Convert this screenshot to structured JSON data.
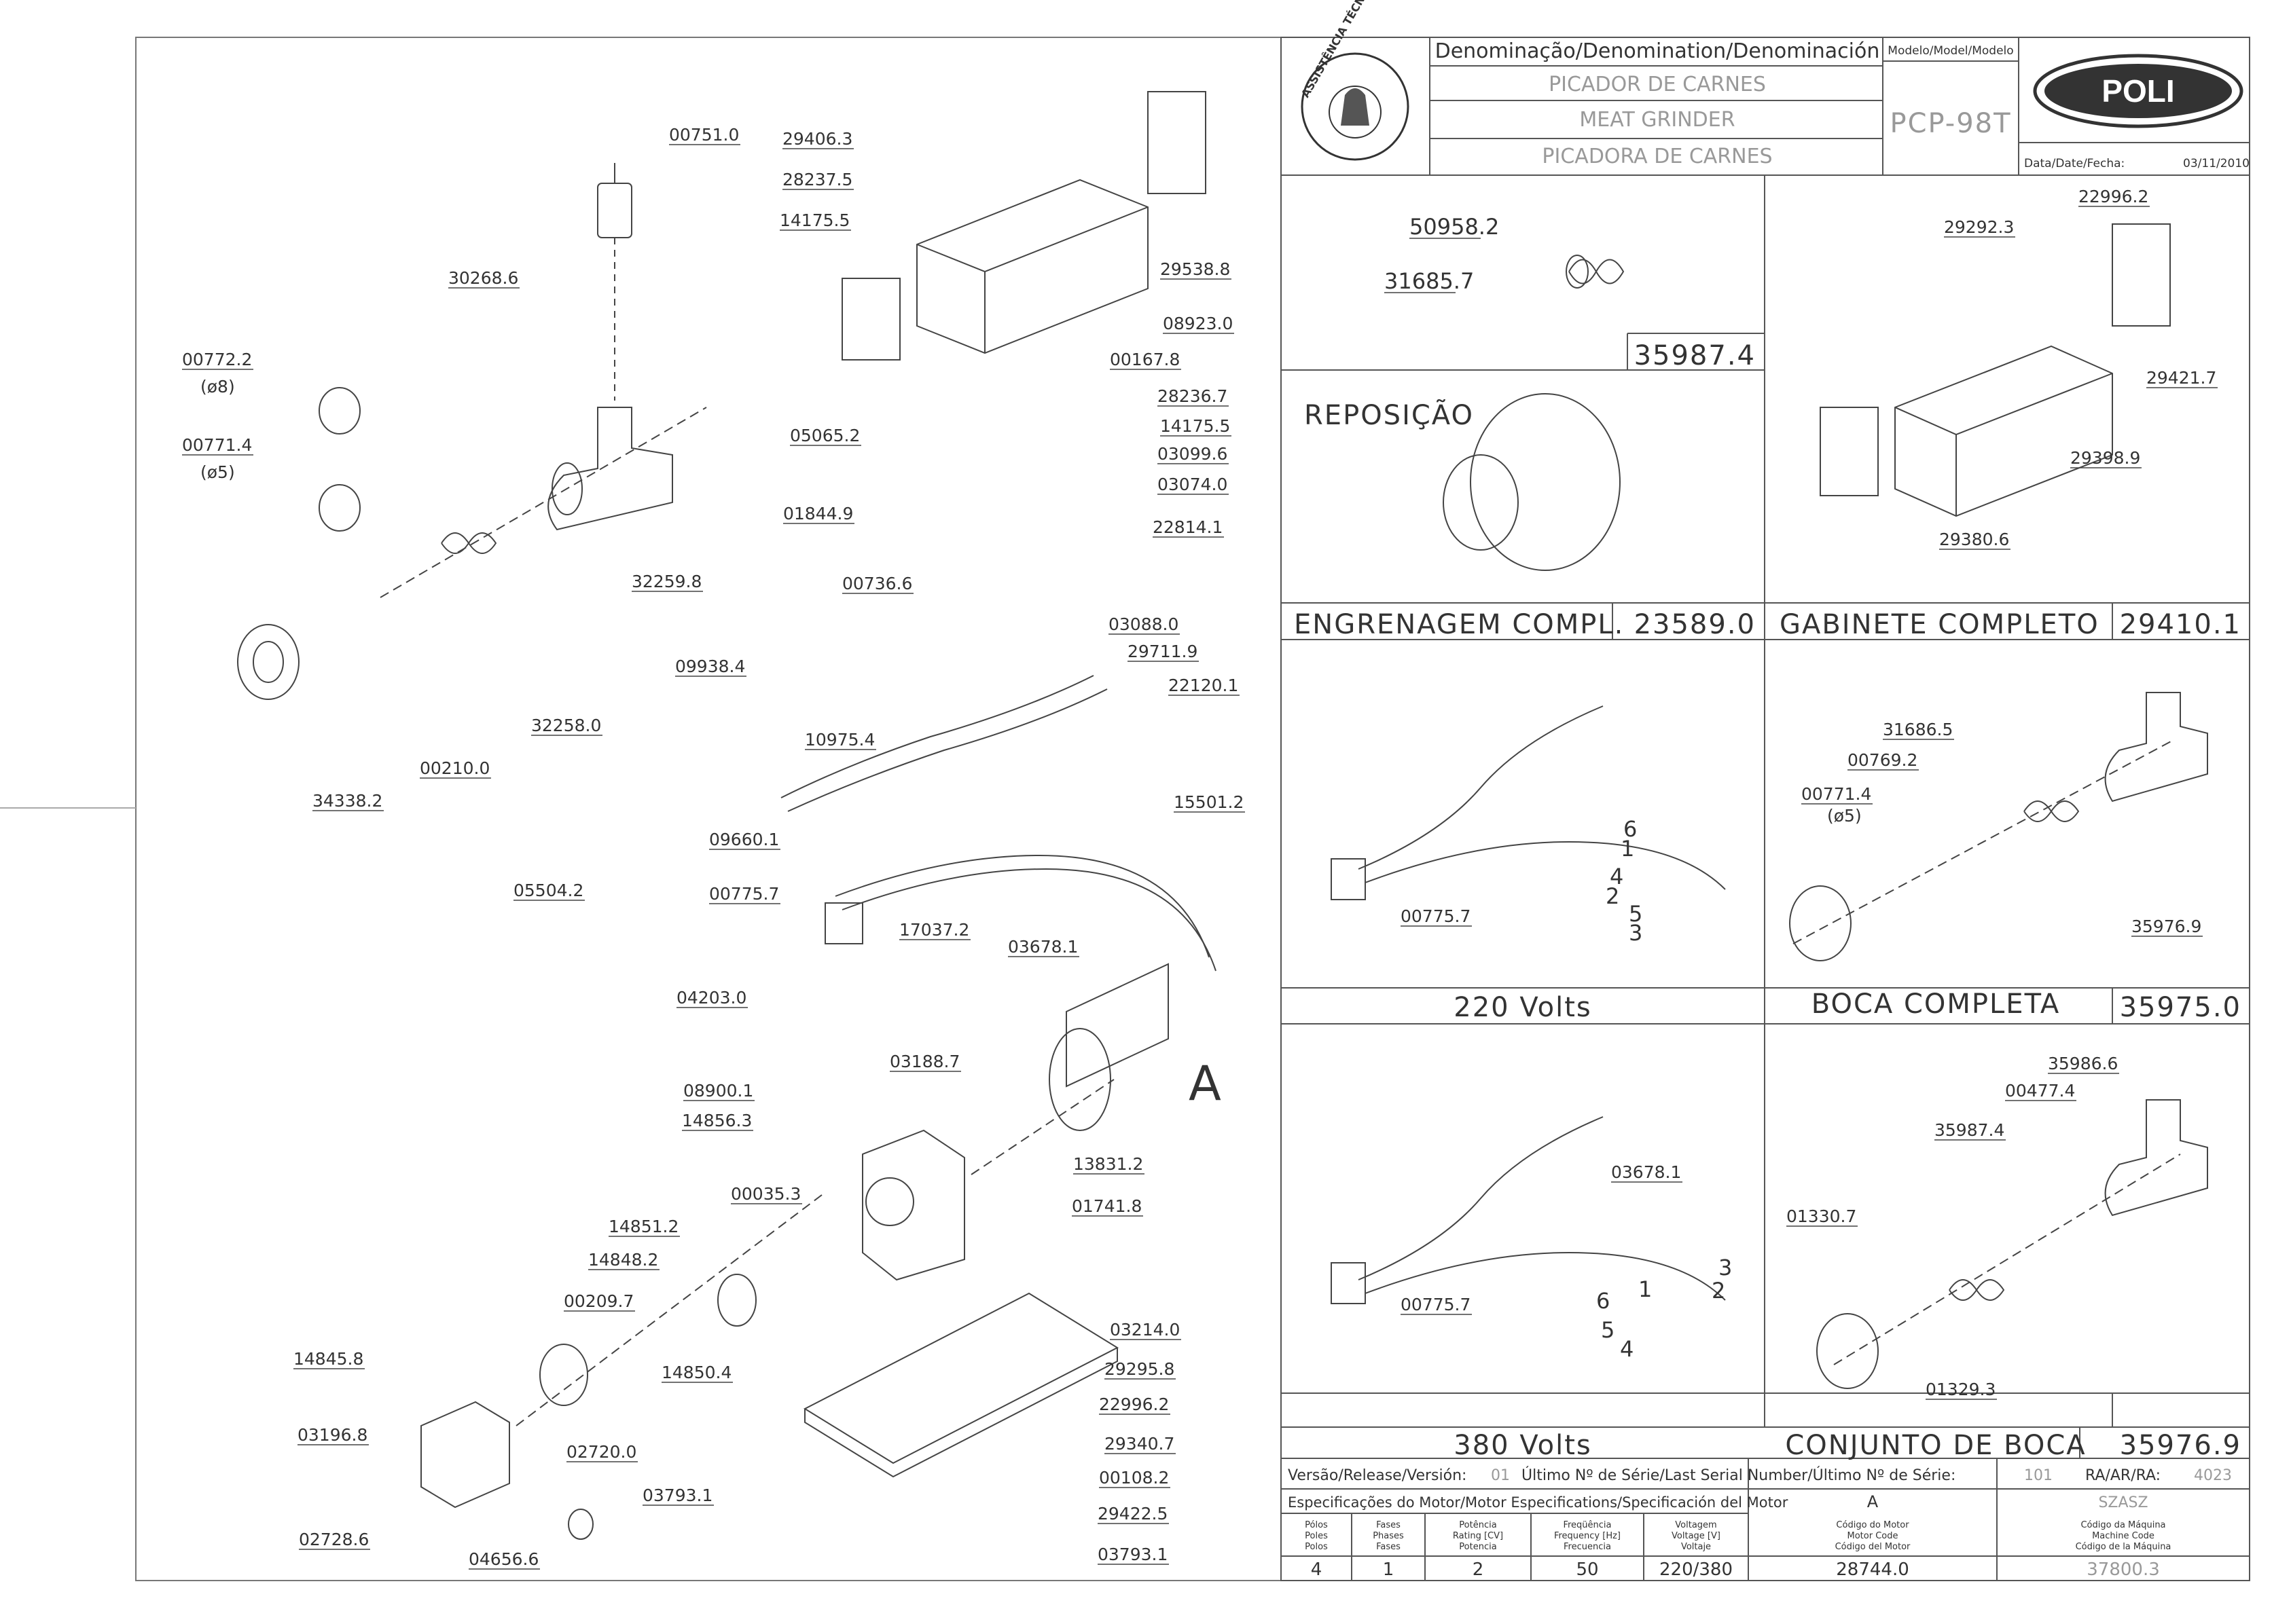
{
  "title_block": {
    "denomination_header": "Denominação/Denomination/Denominación",
    "model_header": "Modelo/Model/Modelo",
    "name_pt": "PICADOR DE CARNES",
    "name_en": "MEAT GRINDER",
    "name_es": "PICADORA DE CARNES",
    "model": "PCP-98T",
    "brand": "POLI",
    "date_label": "Data/Date/Fecha:",
    "date": "03/11/2010",
    "stamp_text": "ASSISTÊNCIA TÉCNICA AUTORIZADA"
  },
  "main_parts": [
    "00751.0",
    "30268.6",
    "00772.2",
    "(ø8)",
    "00771.4",
    "(ø5)",
    "05065.2",
    "01844.9",
    "32259.8",
    "34338.2",
    "29406.3",
    "28237.5",
    "14175.5",
    "29538.8",
    "08923.0",
    "00167.8",
    "28236.7",
    "14175.5",
    "03099.6",
    "03074.0",
    "22814.1",
    "00736.6",
    "03088.0",
    "09938.4",
    "29711.9",
    "22120.1",
    "32258.0",
    "10975.4",
    "00210.0",
    "15501.2",
    "09660.1",
    "05504.2",
    "00775.7",
    "17037.2",
    "03678.1",
    "04203.0",
    "03188.7",
    "08900.1",
    "14856.3",
    "13831.2",
    "01741.8",
    "00035.3",
    "14851.2",
    "14848.2",
    "00209.7",
    "14850.4",
    "03214.0",
    "29295.8",
    "14845.8",
    "22996.2",
    "03196.8",
    "02720.0",
    "29340.7",
    "00108.2",
    "03793.1",
    "29422.5",
    "02728.6",
    "04656.6",
    "03793.1",
    "A"
  ],
  "panels": {
    "p1": {
      "parts": [
        "50958.2",
        "31685.7"
      ],
      "code": "35987.4"
    },
    "p2": {
      "heading": "REPOSIÇÃO"
    },
    "p3": {
      "title": "ENGRENAGEM COMPL.",
      "code": "23589.0"
    },
    "p4": {
      "parts": [
        "22996.2",
        "29292.3",
        "29421.7",
        "29398.9",
        "29380.6"
      ],
      "title": "GABINETE COMPLETO",
      "code": "29410.1"
    },
    "p5": {
      "parts": [
        "00775.7"
      ],
      "wires": [
        "6",
        "1",
        "4",
        "2",
        "5",
        "3"
      ],
      "title": "220 Volts"
    },
    "p6": {
      "parts": [
        "31686.5",
        "00769.2",
        "00771.4",
        "(ø5)",
        "35976.9"
      ],
      "title": "BOCA COMPLETA",
      "code": "35975.0"
    },
    "p7": {
      "parts": [
        "03678.1",
        "00775.7"
      ],
      "wires": [
        "3",
        "1",
        "2",
        "6",
        "5",
        "4"
      ],
      "title": "380 Volts"
    },
    "p8": {
      "parts": [
        "35986.6",
        "00477.4",
        "35987.4",
        "01330.7",
        "01329.3"
      ],
      "title": "CONJUNTO DE BOCA",
      "code": "35976.9"
    }
  },
  "release_row": {
    "version_label": "Versão/Release/Versión:",
    "version": "01",
    "serial_label": "Último Nº de Série/Last Serial Number/Último Nº de Série:",
    "serial": "101",
    "ra_label": "RA/AR/RA:",
    "ra": "4023"
  },
  "motor_spec": {
    "header": "Especificações do Motor/Motor Especifications/Specificación del Motor",
    "col_a": "A",
    "col_brand": "SZASZ",
    "labels": {
      "poles": [
        "Pólos",
        "Poles",
        "Polos"
      ],
      "phases": [
        "Fases",
        "Phases",
        "Fases"
      ],
      "power": [
        "Potência",
        "Rating [CV]",
        "Potencia"
      ],
      "freq": [
        "Freqüência",
        "Frequency [Hz]",
        "Frecuencia"
      ],
      "voltage": [
        "Voltagem",
        "Voltage [V]",
        "Voltaje"
      ],
      "motor_code": [
        "Código do Motor",
        "Motor Code",
        "Código del Motor"
      ],
      "machine_code": [
        "Código da Máquina",
        "Machine Code",
        "Código de la Máquina"
      ]
    },
    "values": {
      "poles": "4",
      "phases": "1",
      "power": "2",
      "freq": "50",
      "voltage": "220/380",
      "motor_code": "28744.0",
      "machine_code": "37800.3"
    }
  }
}
